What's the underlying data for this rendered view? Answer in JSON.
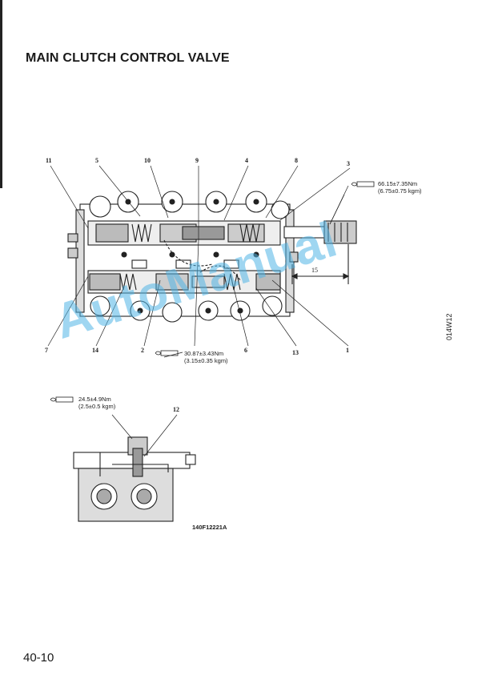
{
  "page": {
    "title": "MAIN CLUTCH CONTROL VALVE",
    "page_number": "40-10",
    "side_code": "014W12",
    "figure_code": "140F12221A",
    "watermark": "AutoManual"
  },
  "dimension": "15",
  "torques": [
    {
      "nm": "66.15±7.35Nm",
      "kgm": "(6.75±0.75 kgm)"
    },
    {
      "nm": "30.87±3.43Nm",
      "kgm": "(3.15±0.35 kgm)"
    },
    {
      "nm": "24.5±4.9Nm",
      "kgm": "(2.5±0.5 kgm)"
    }
  ],
  "callouts": {
    "c1": "1",
    "c2": "2",
    "c3": "3",
    "c4": "4",
    "c5": "5",
    "c6": "6",
    "c7": "7",
    "c8": "8",
    "c9": "9",
    "c10": "10",
    "c11": "11",
    "c12": "12",
    "c13": "13",
    "c14": "14"
  },
  "icons": {
    "torque_wrench": "torque-wrench-icon"
  }
}
